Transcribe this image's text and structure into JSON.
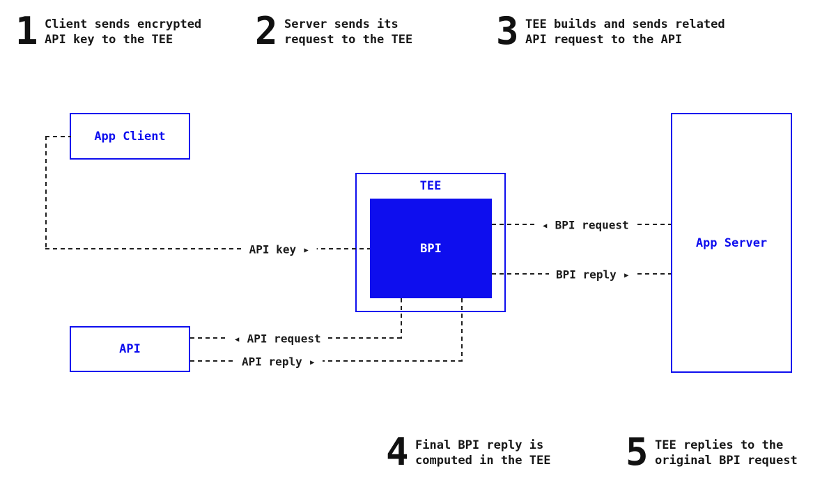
{
  "colors": {
    "accent_blue": "#0e0eee",
    "line_dark": "#1f1f1f",
    "text_dark": "#171717",
    "background": "#ffffff"
  },
  "steps": [
    {
      "number": "1",
      "lines": [
        "Client sends encrypted",
        "API key to the TEE"
      ]
    },
    {
      "number": "2",
      "lines": [
        "Server sends its",
        "request to the TEE"
      ]
    },
    {
      "number": "3",
      "lines": [
        "TEE builds and sends related",
        "API request to the API"
      ]
    },
    {
      "number": "4",
      "lines": [
        "Final BPI reply is",
        "computed in the TEE"
      ]
    },
    {
      "number": "5",
      "lines": [
        "TEE replies to the",
        "original BPI request"
      ]
    }
  ],
  "boxes": {
    "app_client": "App Client",
    "tee": "TEE",
    "bpi": "BPI",
    "app_server": "App Server",
    "api": "API"
  },
  "connections": {
    "api_key": "API key ▸",
    "bpi_request": "◂ BPI request",
    "bpi_reply": "BPI reply ▸",
    "api_request": "◂ API request",
    "api_reply": "API reply ▸"
  }
}
